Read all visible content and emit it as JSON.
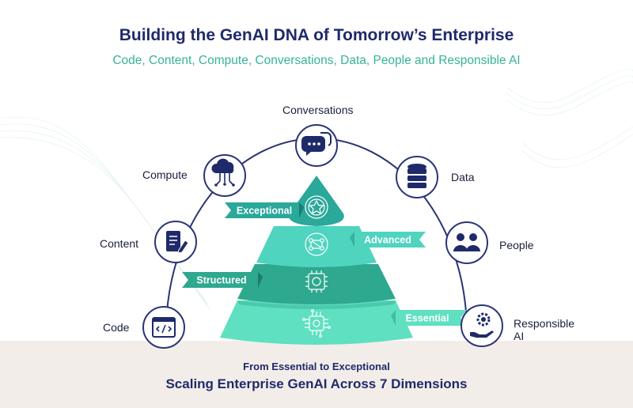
{
  "header": {
    "title": "Building the GenAI DNA of Tomorrow’s Enterprise",
    "subtitle": "Code, Content, Compute, Conversations, Data, People and Responsible AI"
  },
  "dimensions": {
    "code": "Code",
    "content": "Content",
    "compute": "Compute",
    "conversations": "Conversations",
    "data": "Data",
    "people": "People",
    "responsible_line1": "Responsible",
    "responsible_line2": "AI"
  },
  "pyramid": {
    "exceptional": "Exceptional",
    "advanced": "Advanced",
    "structured": "Structured",
    "essential": "Essential"
  },
  "footer": {
    "line1": "From Essential to Exceptional",
    "line2": "Scaling Enterprise GenAI Across 7 Dimensions"
  },
  "colors": {
    "navy": "#1f2a6b",
    "teal": "#36b39a",
    "pyramid_top": "#2aa89a",
    "pyramid_mid1": "#4fd4bf",
    "pyramid_mid2": "#2ea88e",
    "pyramid_base": "#5fe0c0",
    "footer_band": "#f3ede9"
  }
}
